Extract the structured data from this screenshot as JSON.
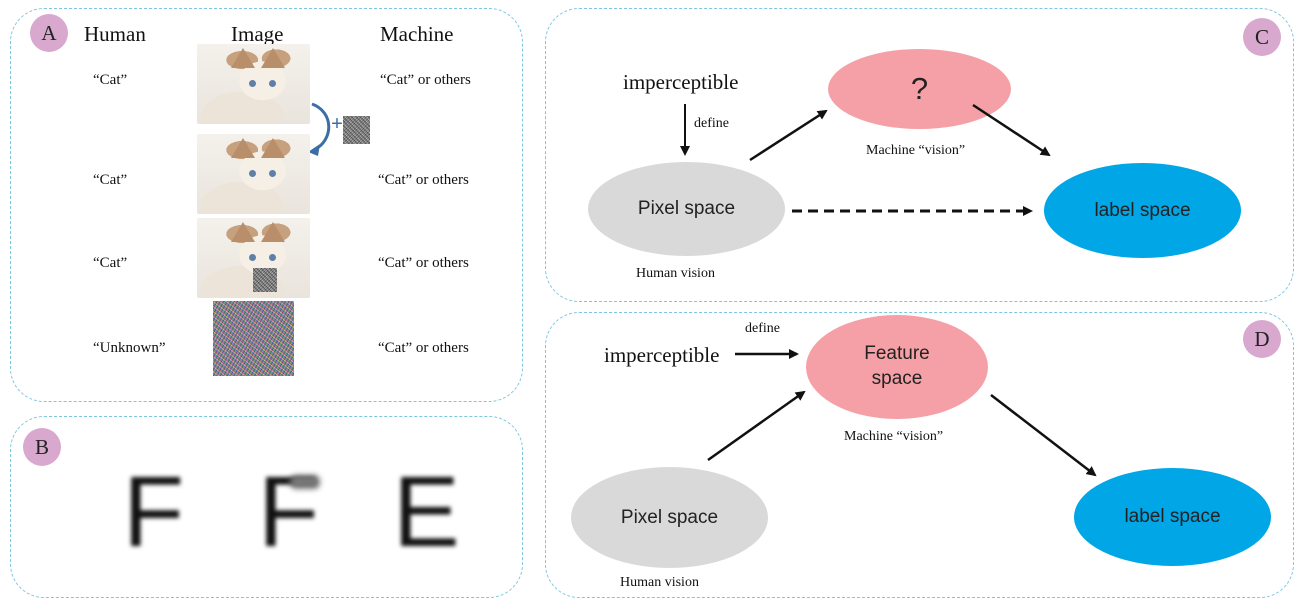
{
  "panels": {
    "a": {
      "badge": "A",
      "headers": {
        "human": "Human",
        "image": "Image",
        "machine": "Machine"
      },
      "rows": [
        {
          "human": "“Cat”",
          "machine": "“Cat” or others"
        },
        {
          "human": "“Cat”",
          "machine": "“Cat” or others"
        },
        {
          "human": "“Cat”",
          "machine": "“Cat” or others"
        },
        {
          "human": "“Unknown”",
          "machine": "“Cat” or others"
        }
      ],
      "plus_sign": "+"
    },
    "b": {
      "badge": "B",
      "letters": [
        "F",
        "F",
        "E"
      ]
    },
    "c": {
      "badge": "C",
      "imperceptible": "imperceptible",
      "define": "define",
      "question_node": "?",
      "machine_vision": "Machine “vision”",
      "pixel_space": "Pixel space",
      "human_vision": "Human vision",
      "label_space": "label space"
    },
    "d": {
      "badge": "D",
      "define": "define",
      "imperceptible": "imperceptible",
      "feature_space": "Feature space",
      "machine_vision": "Machine “vision”",
      "pixel_space": "Pixel space",
      "human_vision": "Human vision",
      "label_space": "label space"
    }
  },
  "colors": {
    "panel_border": "#7cc6e0",
    "badge": "#d8a8cf",
    "pixel_node": "#d9d9d9",
    "machine_node": "#f5a0a6",
    "label_node": "#00a6e6",
    "arrow": "#111111",
    "curve_arrow": "#3b6ea5"
  }
}
